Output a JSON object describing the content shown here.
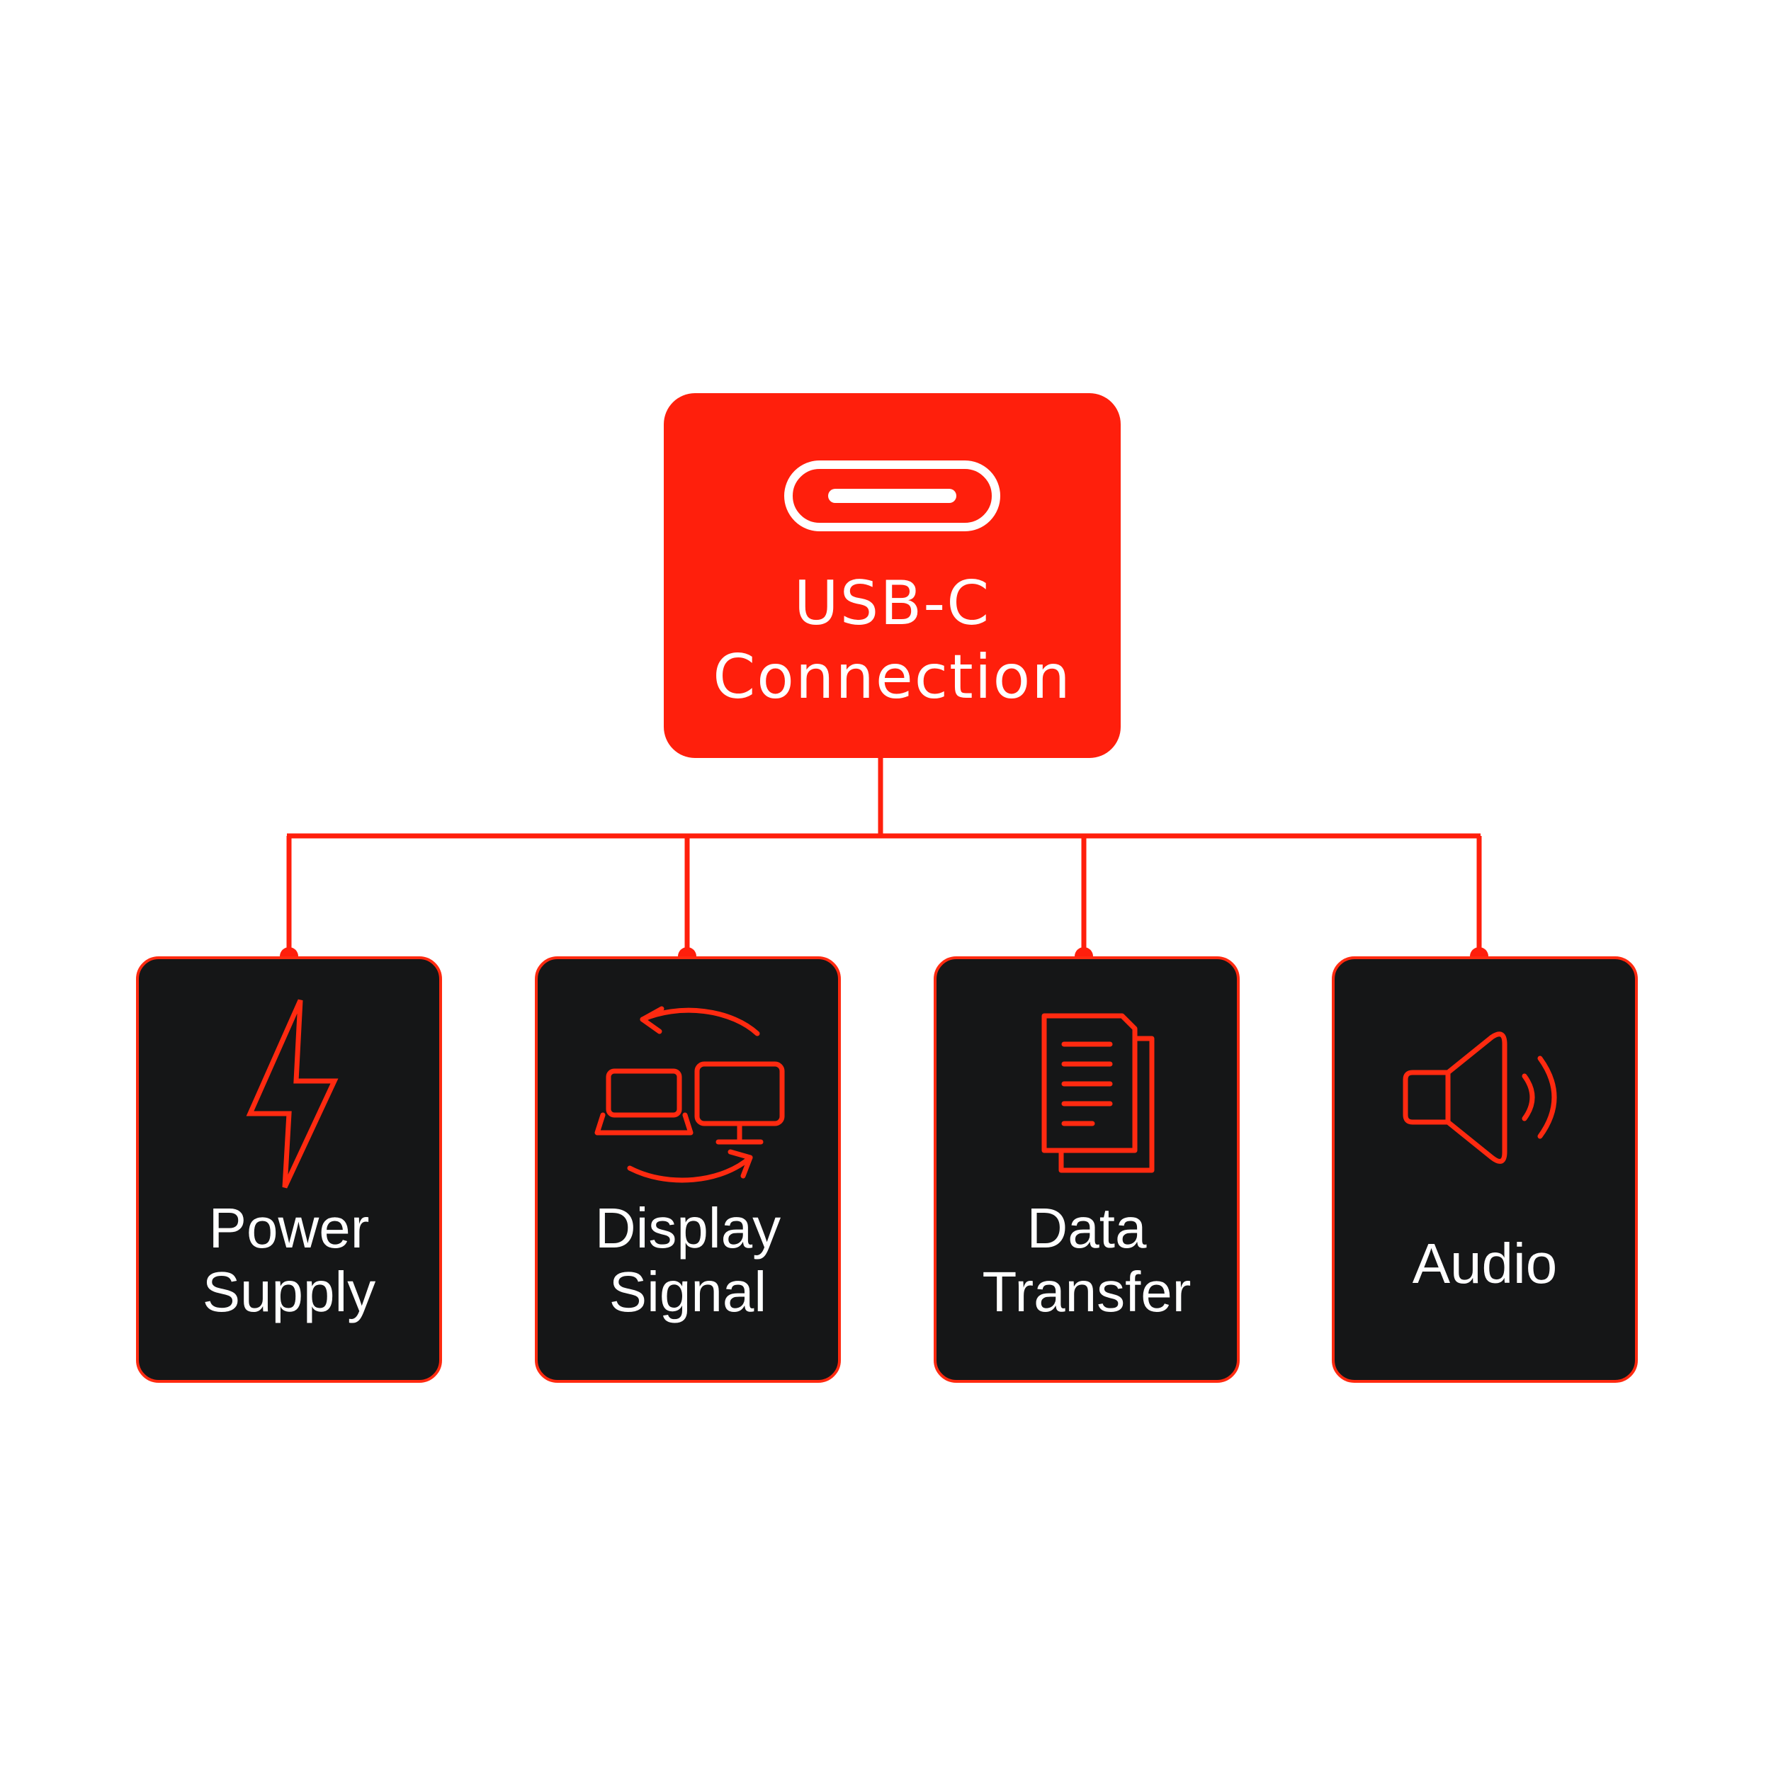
{
  "colors": {
    "accent": "#ff1f0c",
    "card_background": "#151617",
    "text": "#ffffff",
    "background": "#ffffff"
  },
  "root": {
    "title": "USB-C\nConnection",
    "icon": "usb-c-port-icon"
  },
  "children": [
    {
      "label": "Power\nSupply",
      "icon": "lightning-bolt-icon"
    },
    {
      "label": "Display\nSignal",
      "icon": "display-sync-icon"
    },
    {
      "label": "Data\nTransfer",
      "icon": "documents-icon"
    },
    {
      "label": "Audio",
      "icon": "speaker-icon"
    }
  ]
}
